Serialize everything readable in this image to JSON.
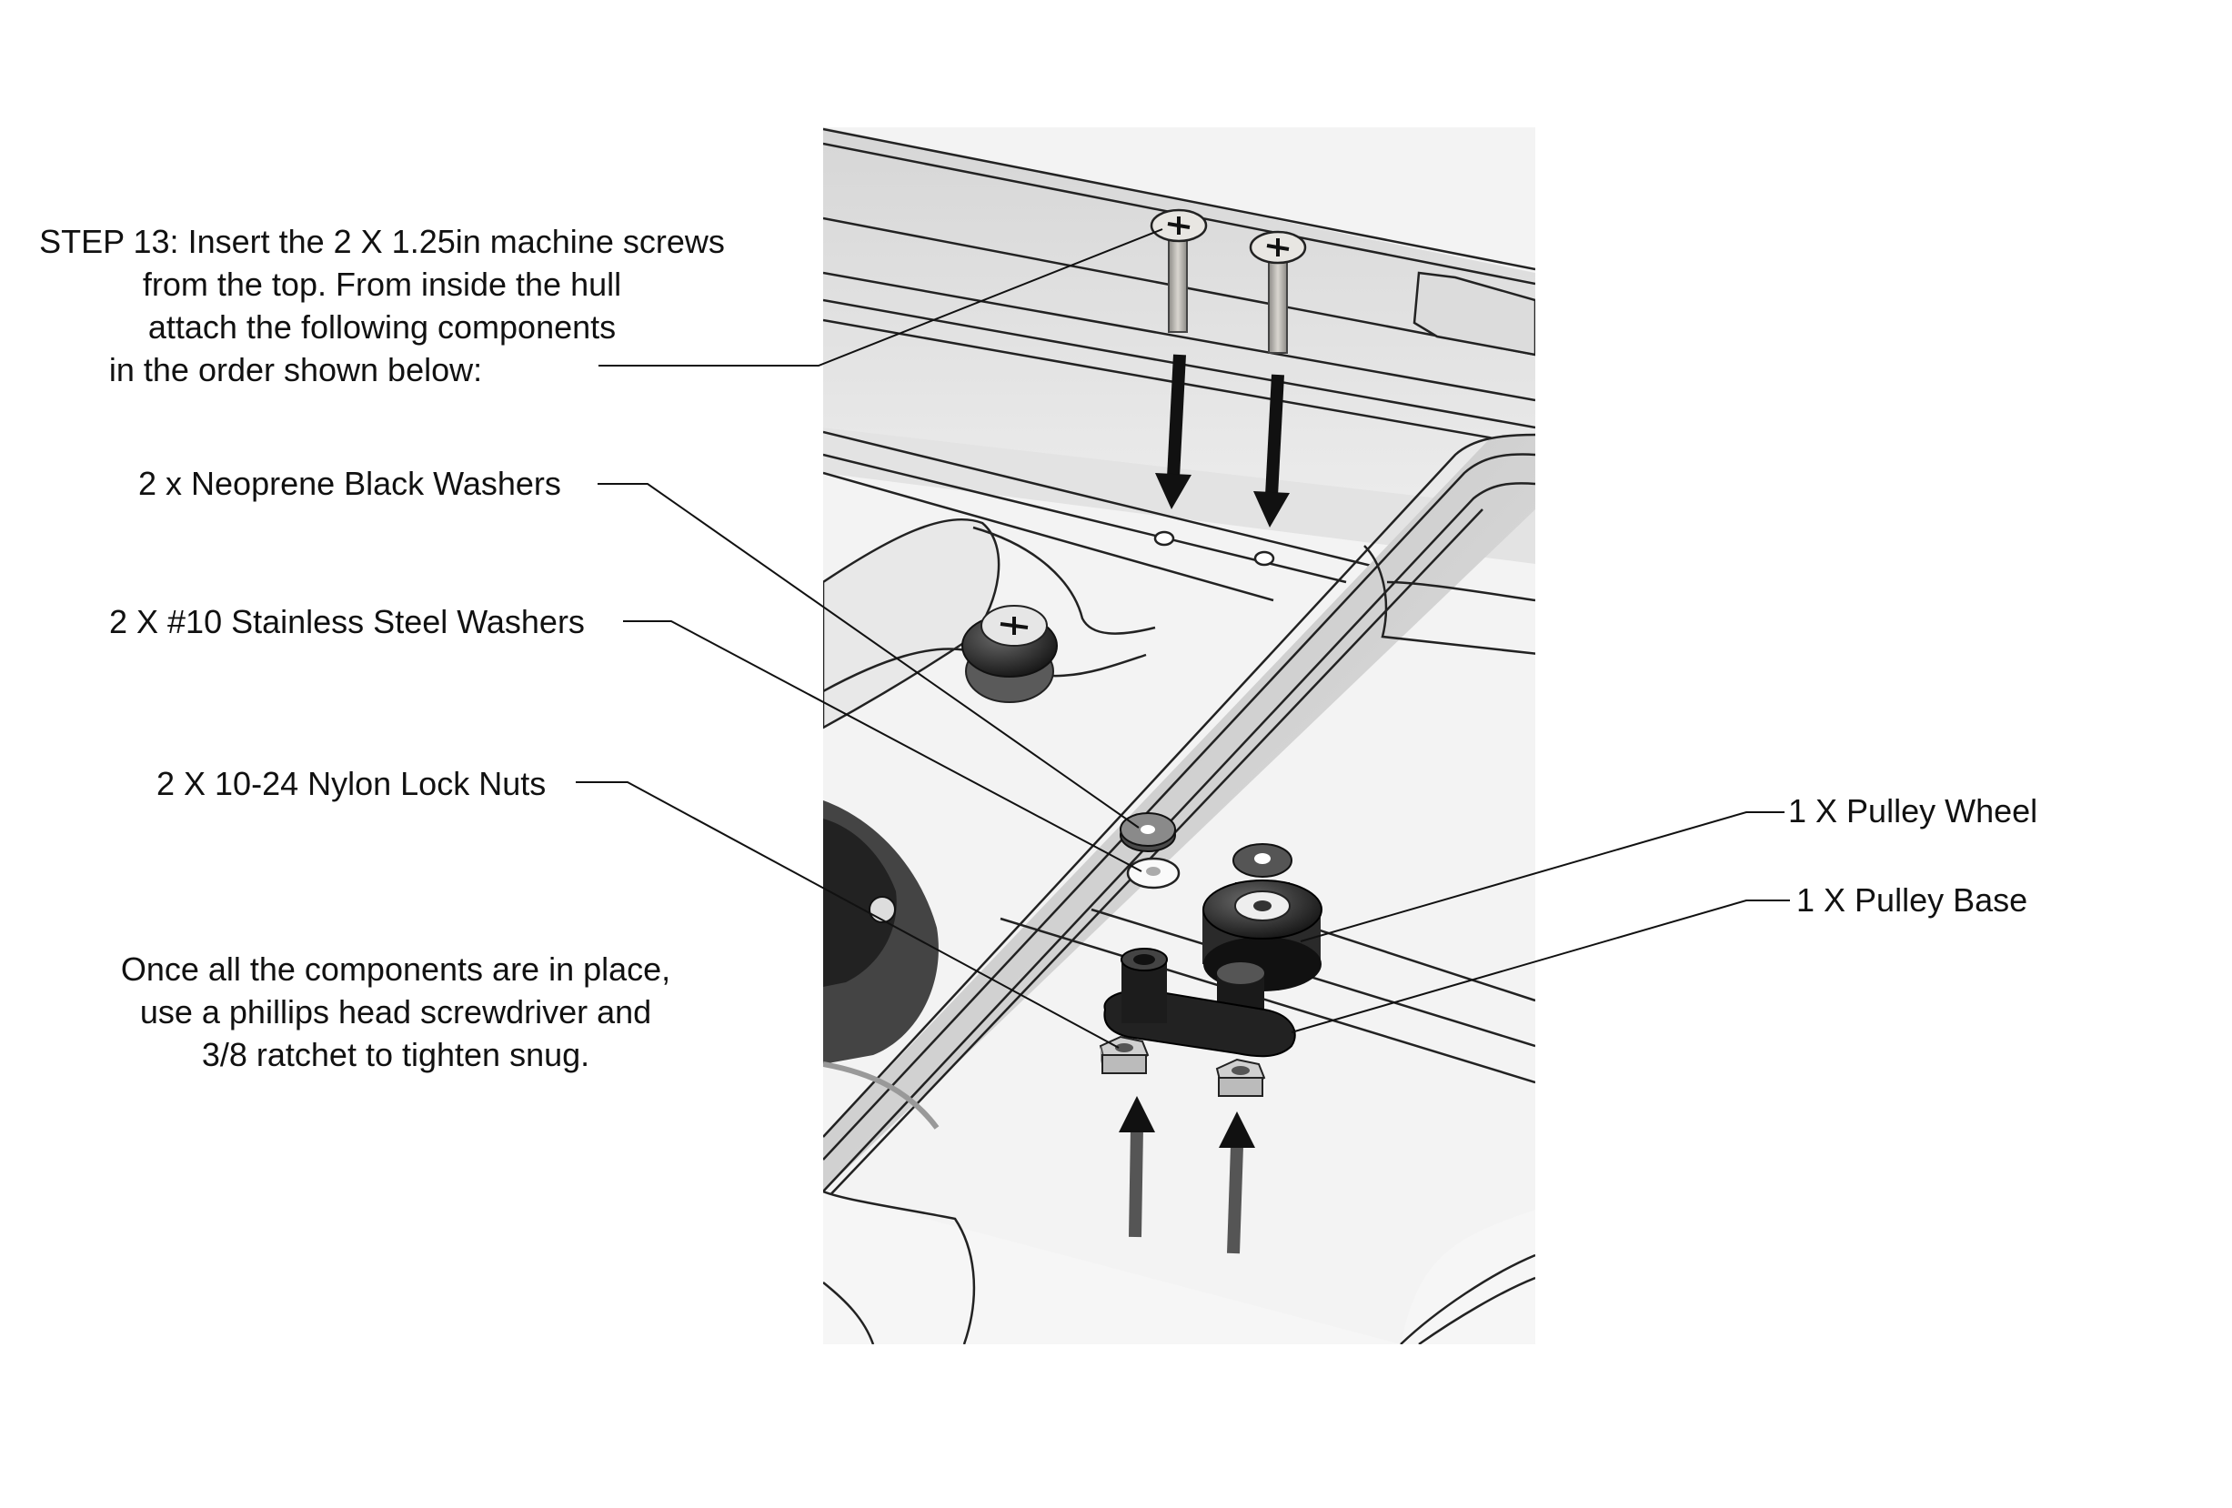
{
  "instructions": {
    "step_lines": [
      "STEP 13: Insert the 2 X 1.25in machine screws",
      "from the top. From inside the hull",
      "attach the following components",
      "in the order shown below:"
    ],
    "final_lines": [
      "Once all the components are in place,",
      "use a phillips head screwdriver and",
      "3/8 ratchet to tighten snug."
    ]
  },
  "callouts": {
    "neoprene_washers": "2 x Neoprene Black Washers",
    "steel_washers": "2 X #10 Stainless Steel Washers",
    "lock_nuts": "2 X 10-24 Nylon Lock Nuts",
    "pulley_wheel": "1 X Pulley Wheel",
    "pulley_base": "1 X Pulley Base"
  }
}
